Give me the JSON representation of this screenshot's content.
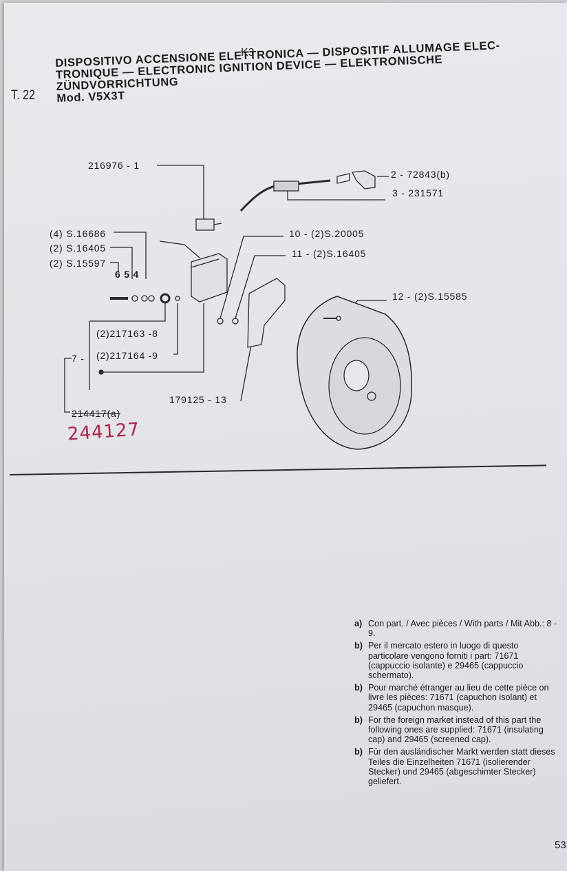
{
  "header": {
    "section": "K",
    "section_sub": "3",
    "table_no": "T. 22",
    "title_lines": [
      "DISPOSITIVO ACCENSIONE ELETTRONICA — DISPOSITIF ALLUMAGE ELEC-",
      "TRONIQUE — ELECTRONIC IGNITION DEVICE — ELEKTRONISCHE",
      "ZÜNDVORRICHTUNG"
    ],
    "model": "Mod. V5X3T"
  },
  "labels": {
    "p1": "216976 - 1",
    "p2": "2 - 72843(b)",
    "p3": "3 - 231571",
    "p4": "(4) S.16686",
    "p5": "(2) S.16405",
    "p6": "(2) S.15597",
    "idx": "6  5  4",
    "p10": "10 - (2)S.20005",
    "p11": "11 - (2)S.16405",
    "p12": "12 - (2)S.15585",
    "p8": "(2)217163 -8",
    "p9": "(2)217164 -9",
    "p7": "7 -",
    "p13": "179125 - 13",
    "p7b": "214417(a)",
    "handwritten": "244127"
  },
  "notes": [
    {
      "key": "a)",
      "text": "Con part. / Avec pièces / With parts / Mit Abb.: 8 - 9."
    },
    {
      "key": "b)",
      "text": "Per il mercato estero in luogo di questo particolare vengono forniti i part: 71671 (cappuccio isolante) e 29465 (cappuccio schermato)."
    },
    {
      "key": "b)",
      "text": "Pour marché étranger au lieu de cette pièce on livre les pièces: 71671 (capuchon isolant) et 29465 (capuchon masque)."
    },
    {
      "key": "b)",
      "text": "For the foreign market instead of this part the following ones are supplied: 71671 (insulating cap) and 29465 (screened cap)."
    },
    {
      "key": "b)",
      "text": "Für den ausländischer Markt werden statt dieses Teiles die Einzelheiten 71671 (isolierender Stecker) und 29465 (abgeschimter Stecker) geliefert."
    }
  ],
  "page_number": "53"
}
